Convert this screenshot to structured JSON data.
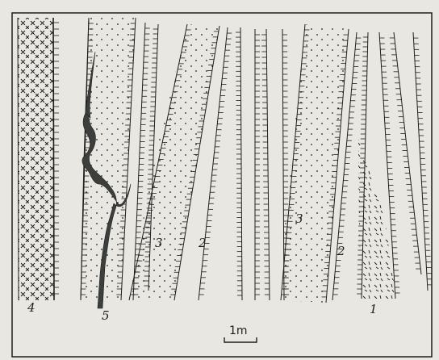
{
  "labels": {
    "unit_4": "4",
    "unit_5": "5",
    "unit_3_left": "3",
    "unit_2_left": "2",
    "unit_3_right": "3",
    "unit_2_right": "2",
    "unit_1": "1",
    "scale": "1m"
  },
  "colors": {
    "paper": "#e9e7e1",
    "ink": "#1e1e1e",
    "vein": "#3d3f3d"
  }
}
